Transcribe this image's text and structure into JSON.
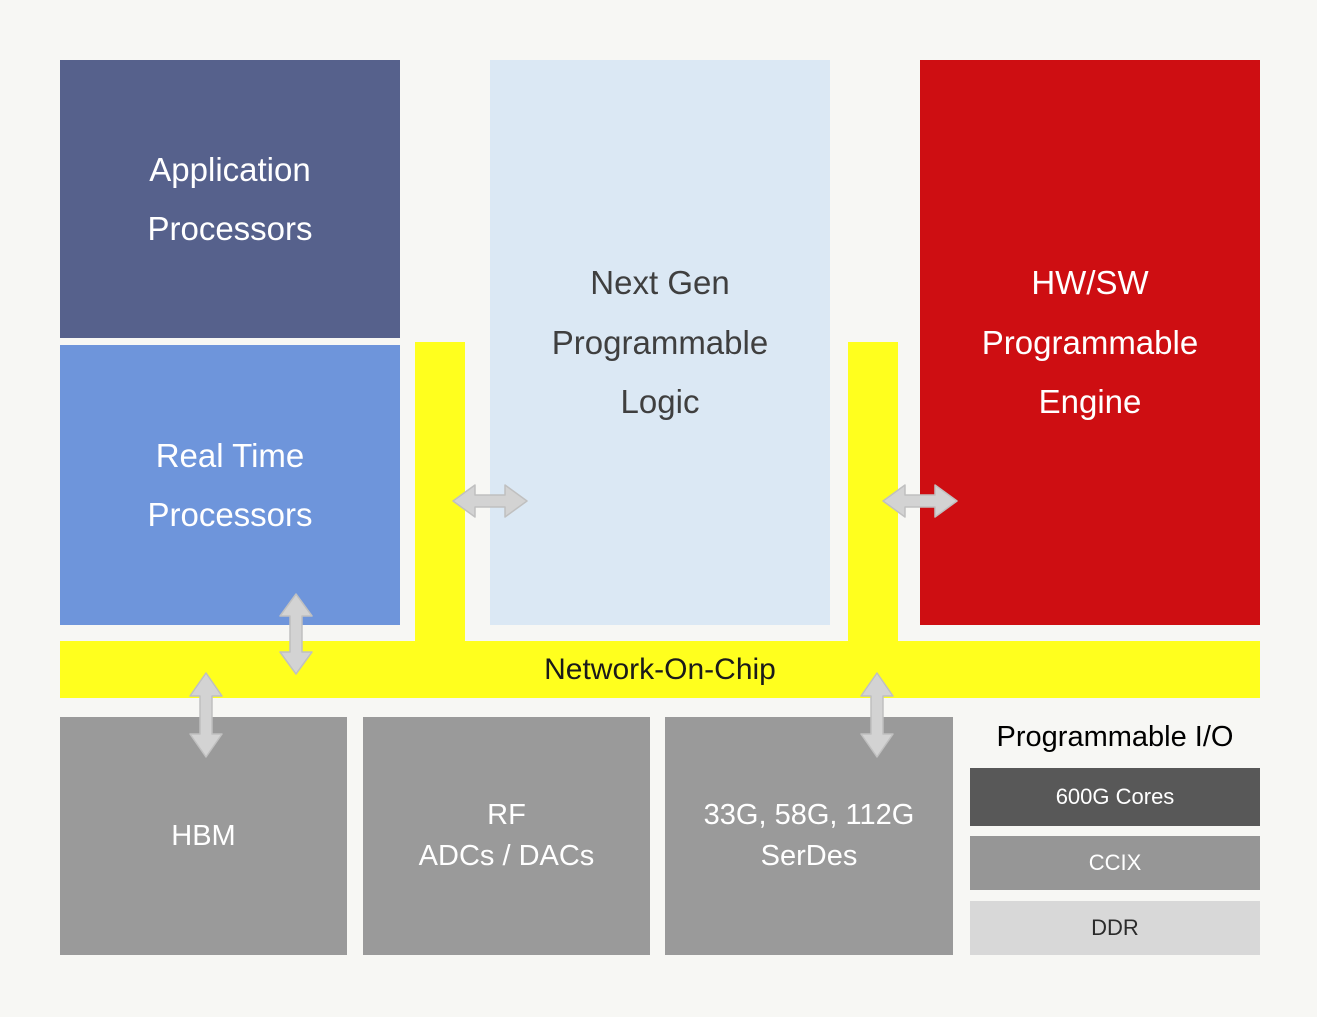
{
  "diagram": {
    "background": "#F7F7F4",
    "blocks": {
      "application_processors": {
        "label": "Application Processors",
        "bg": "#56618C",
        "fg": "#FFFFFF"
      },
      "real_time_processors": {
        "label": "Real Time Processors",
        "bg": "#6E95DB",
        "fg": "#FFFFFF"
      },
      "next_gen_pl": {
        "label": "Next Gen Programmable Logic",
        "bg": "#DBE8F4",
        "fg": "#3F3F3F"
      },
      "hw_sw_engine": {
        "label": "HW/SW Programmable Engine",
        "bg": "#CE0E12",
        "fg": "#FFFFFF"
      },
      "noc": {
        "label": "Network-On-Chip",
        "bg": "#FFFF1E",
        "fg": "#1A1A1A"
      },
      "hbm": {
        "label": "HBM",
        "bg": "#9A9A9A",
        "fg": "#FFFFFF"
      },
      "rf": {
        "line1": "RF",
        "line2": "ADCs / DACs",
        "bg": "#9A9A9A",
        "fg": "#FFFFFF"
      },
      "serdes": {
        "line1": "33G, 58G, 112G",
        "line2": "SerDes",
        "bg": "#9A9A9A",
        "fg": "#FFFFFF"
      }
    },
    "connectors": {
      "color": "#FFFF1E",
      "arrow_fill": "#D3D3D3",
      "arrow_stroke": "#C0C0C0",
      "links": [
        {
          "from": "real_time_processors",
          "to": "next_gen_pl",
          "type": "bidirectional"
        },
        {
          "from": "next_gen_pl",
          "to": "hw_sw_engine",
          "type": "bidirectional"
        },
        {
          "from": "real_time_processors",
          "to": "noc",
          "type": "bidirectional"
        },
        {
          "from": "noc",
          "to": "hbm",
          "type": "bidirectional"
        },
        {
          "from": "noc",
          "to": "serdes",
          "type": "bidirectional"
        }
      ]
    },
    "programmable_io": {
      "title": "Programmable I/O",
      "items": [
        {
          "label": "600G Cores",
          "bg": "#585858",
          "fg": "#FFFFFF"
        },
        {
          "label": "CCIX",
          "bg": "#969696",
          "fg": "#FFFFFF"
        },
        {
          "label": "DDR",
          "bg": "#D8D8D8",
          "fg": "#2B2B2B"
        }
      ]
    }
  }
}
